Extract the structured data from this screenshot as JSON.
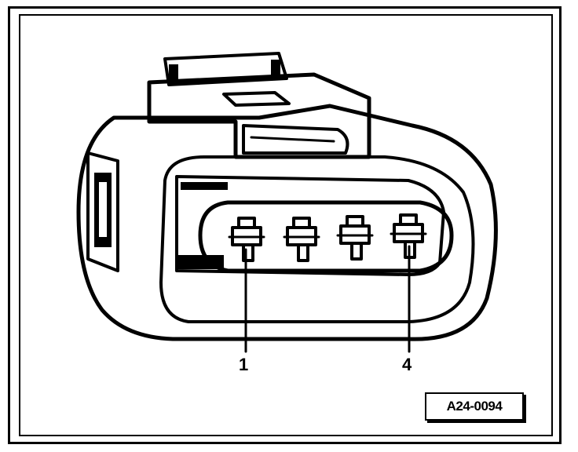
{
  "figure": {
    "reference_code": "A24-0094",
    "callouts": [
      {
        "label": "1"
      },
      {
        "label": "4"
      }
    ],
    "pins": [
      {
        "pin": 1
      },
      {
        "pin": 2
      },
      {
        "pin": 3
      },
      {
        "pin": 4
      }
    ]
  }
}
